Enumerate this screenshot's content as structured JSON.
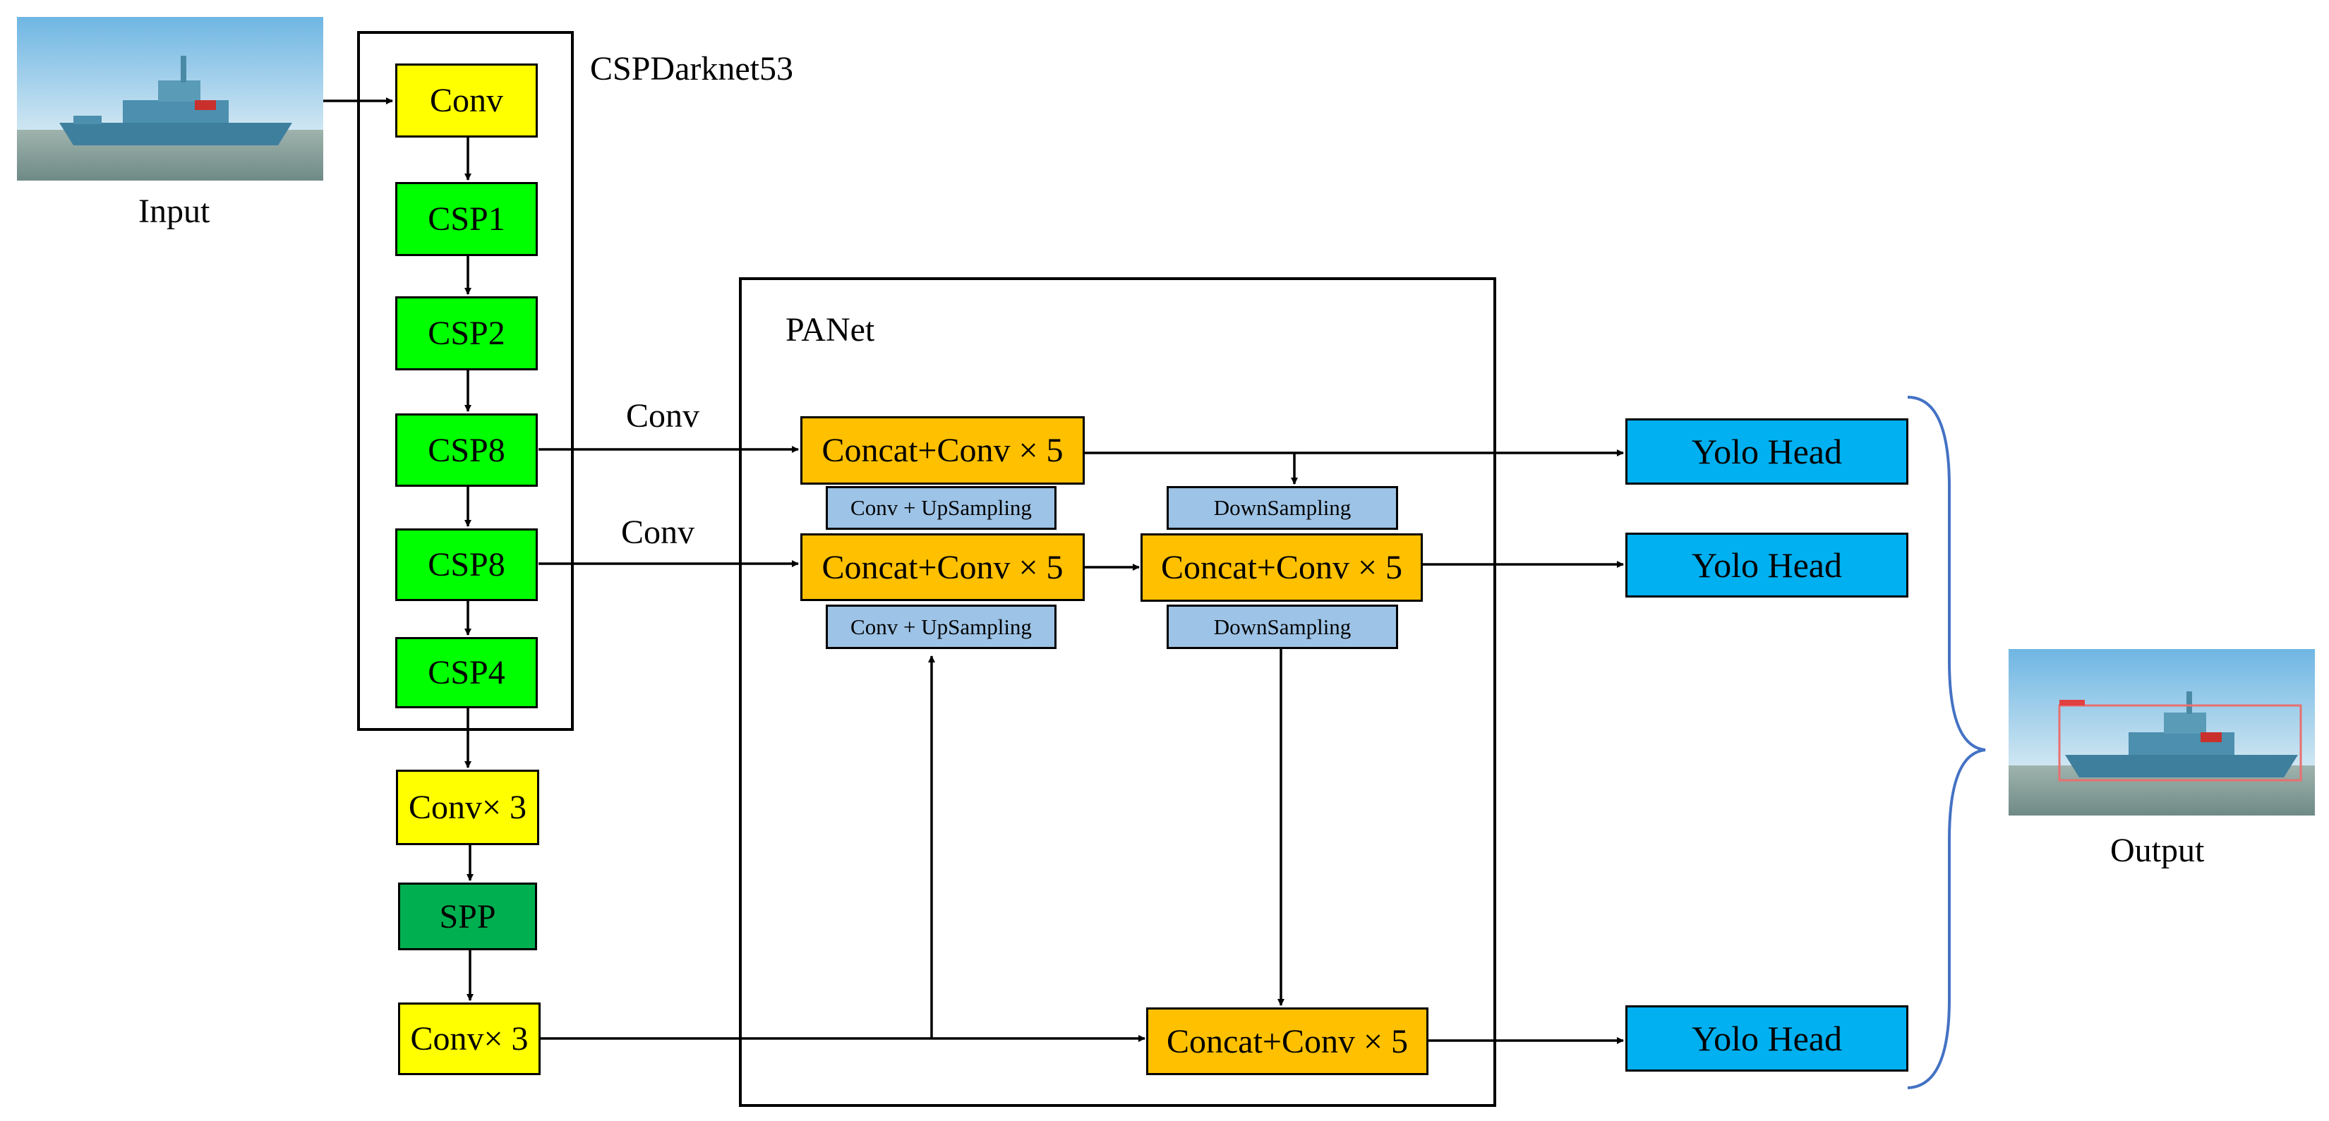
{
  "input": {
    "label": "Input"
  },
  "output": {
    "label": "Output"
  },
  "backbone": {
    "title": "CSPDarknet53",
    "blocks": [
      "Conv",
      "CSP1",
      "CSP2",
      "CSP8",
      "CSP8",
      "CSP4"
    ]
  },
  "neck_chain": {
    "conv3_top": "Conv× 3",
    "spp": "SPP",
    "conv3_bottom": "Conv× 3"
  },
  "panet": {
    "title": "PANet",
    "concat_1": "Concat+Conv × 5",
    "concat_2": "Concat+Conv × 5",
    "concat_3": "Concat+Conv × 5",
    "concat_4": "Concat+Conv × 5",
    "upsample_1": "Conv + UpSampling",
    "upsample_2": "Conv + UpSampling",
    "downsample_1": "DownSampling",
    "downsample_2": "DownSampling"
  },
  "edge_labels": {
    "conv_1": "Conv",
    "conv_2": "Conv"
  },
  "heads": [
    "Yolo Head",
    "Yolo Head",
    "Yolo Head"
  ],
  "colors": {
    "conv": "#ffff00",
    "csp": "#00ff00",
    "spp": "#00b050",
    "concat": "#ffc000",
    "sampling": "#9dc3e6",
    "head": "#00b0f0",
    "brace": "#4472c4"
  }
}
